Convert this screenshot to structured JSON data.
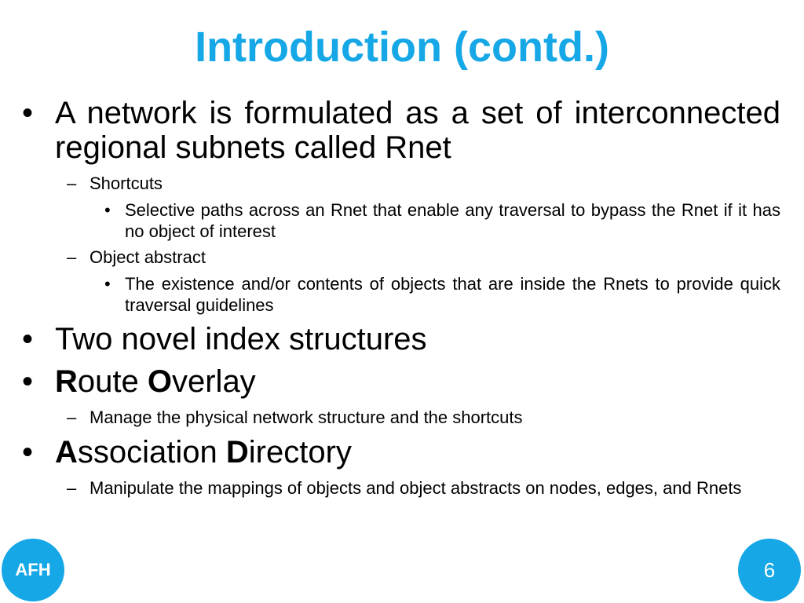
{
  "colors": {
    "accent": "#16a7e6"
  },
  "title": "Introduction (contd.)",
  "bullets": {
    "b1": "A network is formulated as a set of interconnected regional subnets called Rnet",
    "b1_sub1": "Shortcuts",
    "b1_sub1_detail": "Selective paths across an Rnet that enable any traversal to bypass the Rnet if it has no object of interest",
    "b1_sub2": "Object abstract",
    "b1_sub2_detail": "The existence and/or contents of objects that are inside the Rnets to provide quick traversal guidelines",
    "b2": "Two novel index structures",
    "b3_initial1": "R",
    "b3_rest1": "oute ",
    "b3_initial2": "O",
    "b3_rest2": "verlay",
    "b3_sub1": "Manage the physical network structure and the shortcuts",
    "b4_initial1": "A",
    "b4_rest1": "ssociation ",
    "b4_initial2": "D",
    "b4_rest2": "irectory",
    "b4_sub1": "Manipulate the mappings of objects and object abstracts on nodes, edges, and Rnets"
  },
  "symbols": {
    "bullet": "•",
    "dash": "–"
  },
  "footer": {
    "logo": "AFH",
    "page_number": "6"
  }
}
